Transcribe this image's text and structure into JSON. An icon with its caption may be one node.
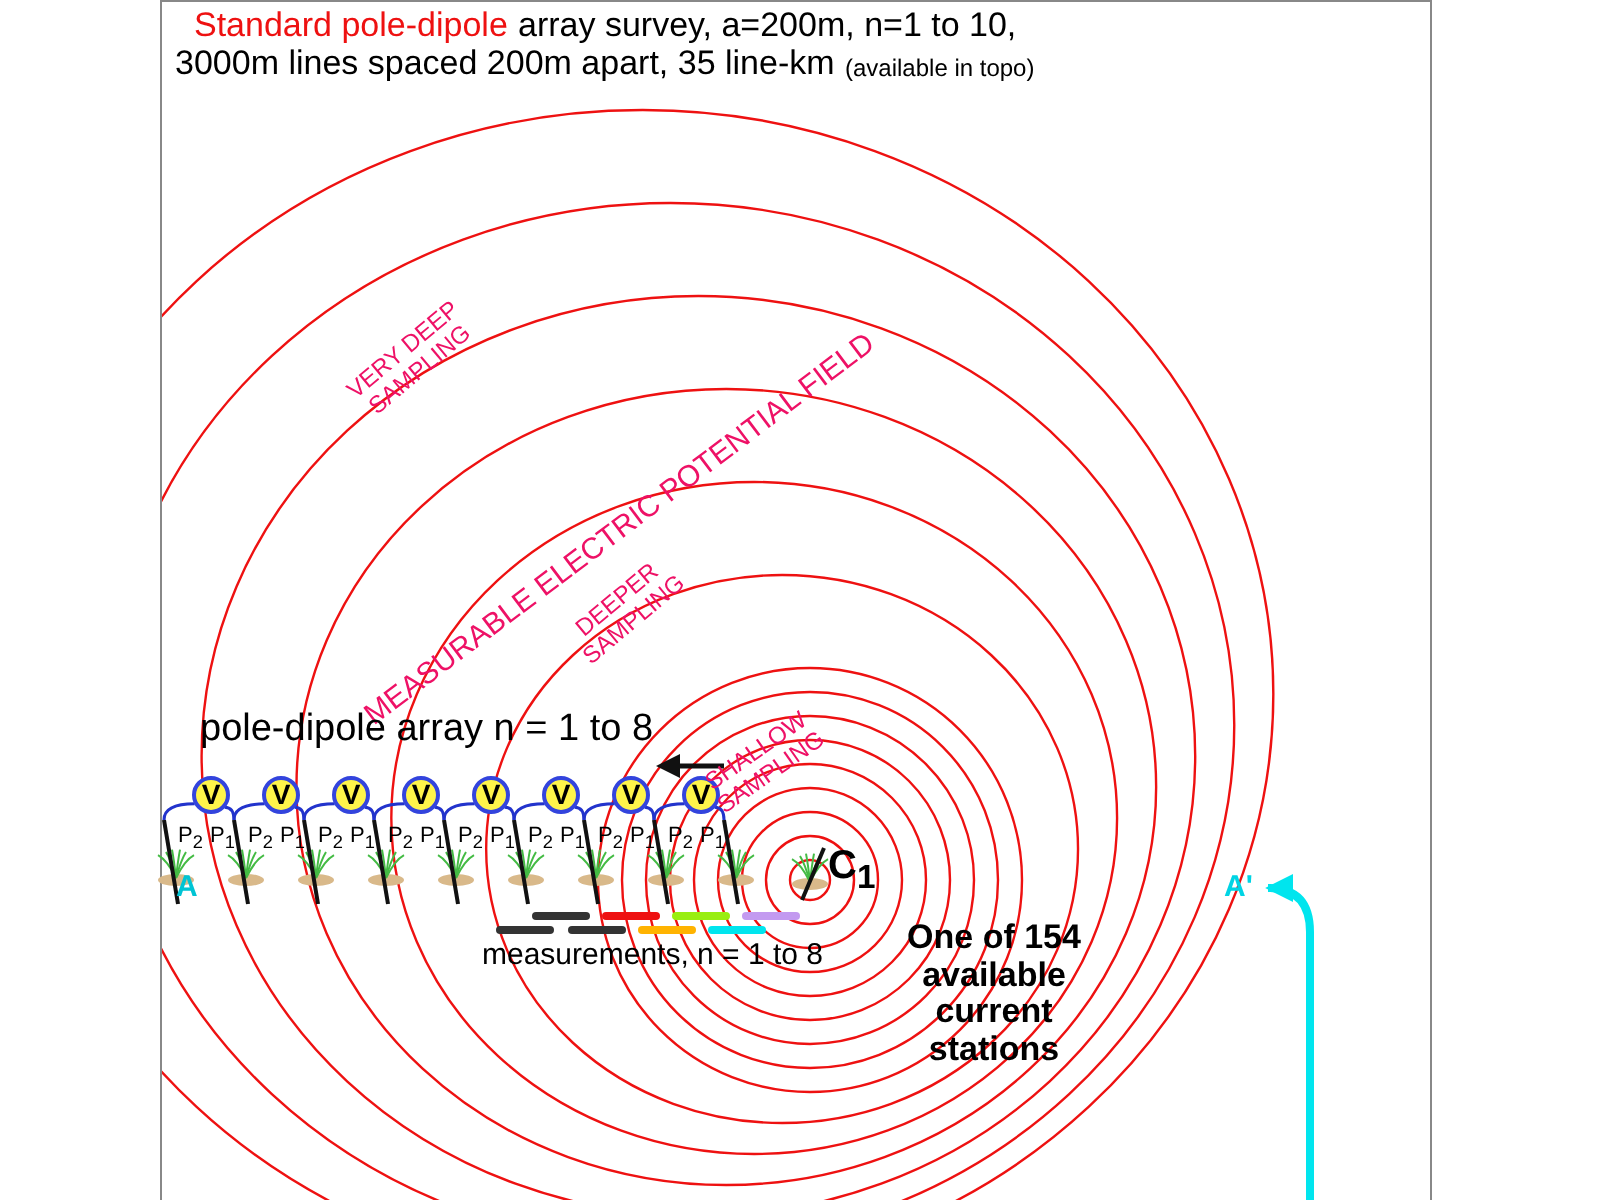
{
  "diagram": {
    "nodes": [
      {
        "text": [
          "V"
        ]
      },
      {
        "text": [
          "V"
        ]
      },
      {
        "text": [
          "V"
        ]
      },
      {
        "text": [
          "V"
        ]
      },
      {
        "text": [
          "V"
        ]
      },
      {
        "text": [
          "V"
        ]
      },
      {
        "text": [
          "V"
        ]
      },
      {
        "text": [
          "V"
        ]
      },
      {
        "text": [
          "A'"
        ]
      },
      {
        "text": [],
        "shape": "bar"
      },
      {
        "text": [],
        "shape": "bar"
      },
      {
        "text": [],
        "shape": "bar"
      },
      {
        "text": [],
        "shape": "bar"
      },
      {
        "text": [],
        "shape": "bar"
      },
      {
        "text": [],
        "shape": "bar"
      },
      {
        "text": [],
        "shape": "bar"
      },
      {
        "text": [],
        "shape": "bar"
      },
      {
        "text": [],
        "shape": "bar"
      }
    ],
    "edges": [
      {
        "from": null,
        "to": 8,
        "arrow": "to",
        "style": "thick",
        "color": "#00e5ee"
      },
      {
        "from": 0,
        "to": 9,
        "arrow": "none"
      },
      {
        "from": 0,
        "to": 10,
        "arrow": "none"
      },
      {
        "from": 1,
        "to": 10,
        "arrow": "none"
      },
      {
        "from": 1,
        "to": 11,
        "arrow": "none"
      },
      {
        "from": 2,
        "to": 11,
        "arrow": "none"
      },
      {
        "from": 2,
        "to": 12,
        "arrow": "none"
      },
      {
        "from": 3,
        "to": 12,
        "arrow": "none"
      },
      {
        "from": 3,
        "to": 13,
        "arrow": "none"
      },
      {
        "from": 4,
        "to": 13,
        "arrow": "none"
      },
      {
        "from": 4,
        "to": 14,
        "arrow": "none"
      },
      {
        "from": 5,
        "to": 14,
        "arrow": "none"
      },
      {
        "from": 5,
        "to": 15,
        "arrow": "none"
      },
      {
        "from": 6,
        "to": 15,
        "arrow": "none"
      },
      {
        "from": 6,
        "to": 16,
        "arrow": "none"
      },
      {
        "from": 7,
        "to": 16,
        "arrow": "none"
      },
      {
        "from": 7,
        "to": 17,
        "arrow": "none"
      }
    ],
    "labels": [
      "Standard pole-dipole",
      "array survey, a=200m, n=1 to 10,",
      "3000m lines spaced 200m apart, 35 line-km",
      "(available in topo)",
      "VERY DEEP SAMPLING",
      "MEASURABLE ELECTRIC POTENTIAL FIELD",
      "DEEPER SAMPLING",
      "pole-dipole array  n = 1 to 8",
      "SHALLOW SAMPLING",
      "P$_{2}$",
      "P$_{1}$",
      "P$_{2}$",
      "P$_{1}$",
      "P$_{2}$",
      "P$_{1}$",
      "P$_{2}$",
      "P$_{1}$",
      "P$_{2}$",
      "P$_{1}$",
      "P$_{2}$",
      "P$_{1}$",
      "P$_{2}$",
      "P$_{1}$",
      "P$_{2}$",
      "P$_{1}$",
      "A",
      "C$_{1}$",
      "measurements,  n = 1 to 8",
      "One of 154 available current stations"
    ]
  }
}
